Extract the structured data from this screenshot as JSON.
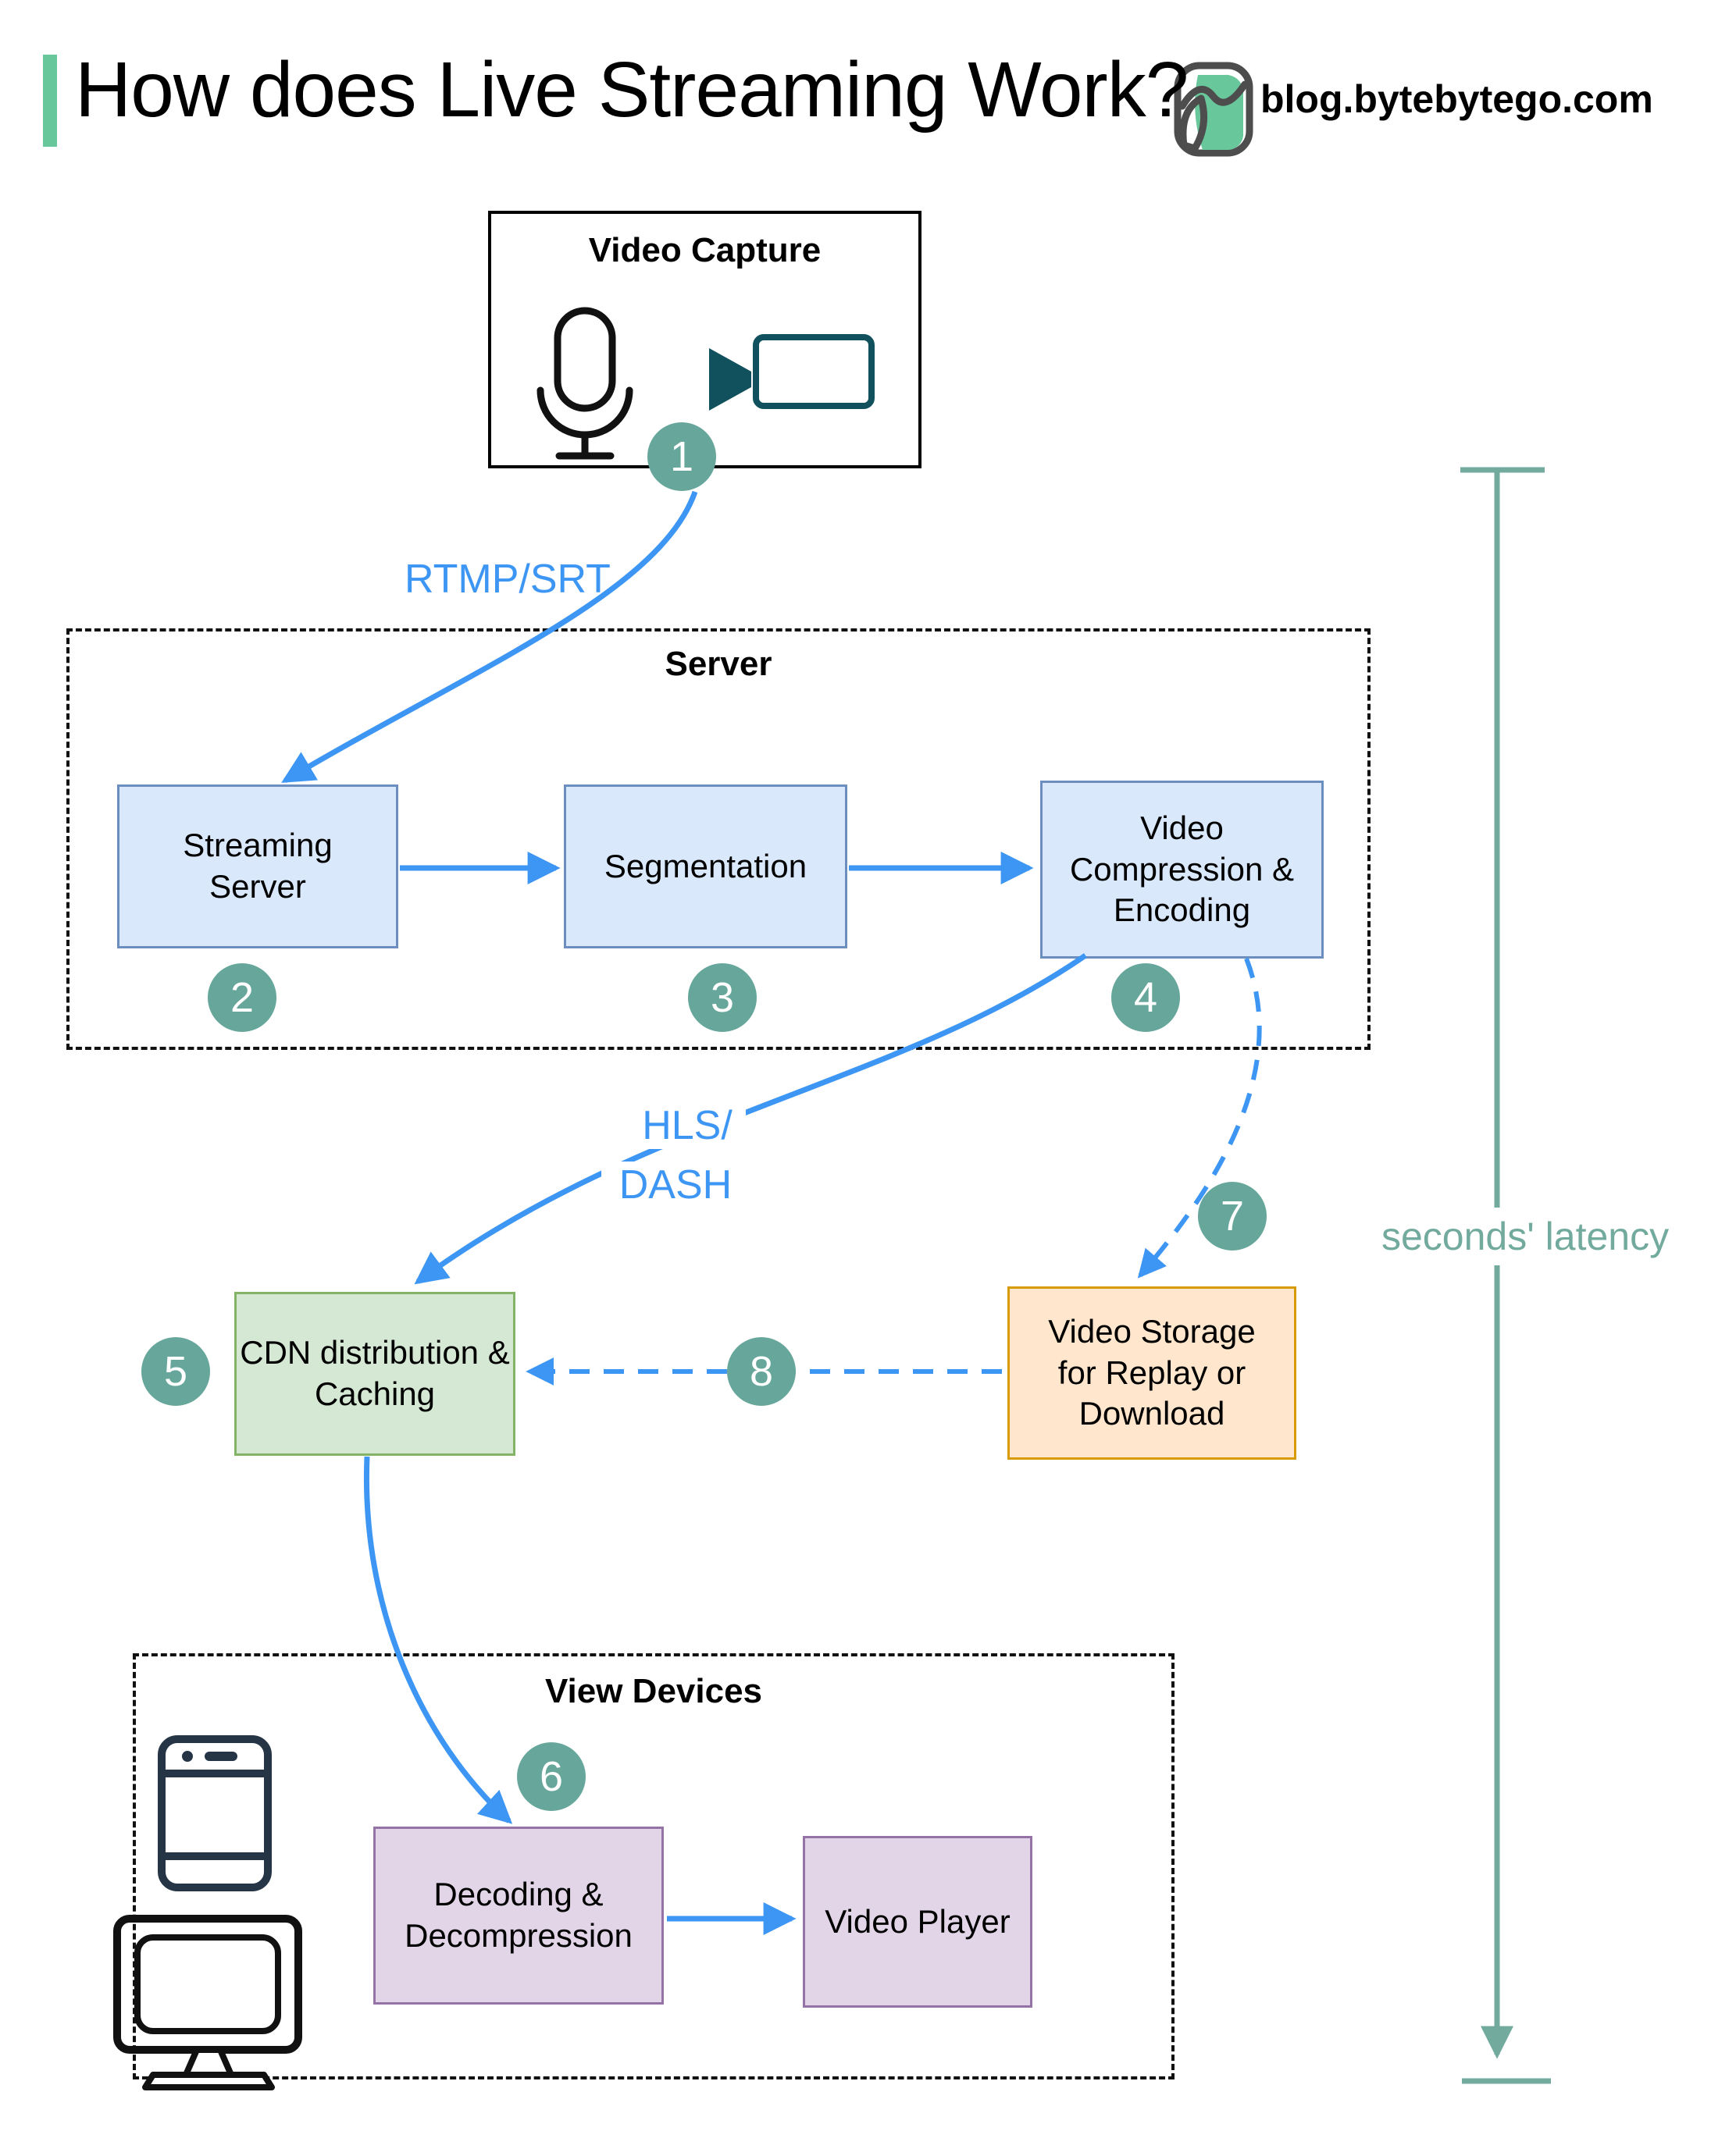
{
  "header": {
    "title": "How does Live Streaming Work?",
    "site": "blog.bytebytego.com",
    "logo_icon": "bytebytego-owl-icon"
  },
  "groups": {
    "server": {
      "title": "Server"
    },
    "view_devices": {
      "title": "View Devices"
    }
  },
  "nodes": {
    "video_capture": {
      "title": "Video Capture"
    },
    "streaming_server": {
      "label": "Streaming Server"
    },
    "segmentation": {
      "label": "Segmentation"
    },
    "compression": {
      "label": "Video Compression & Encoding"
    },
    "cdn": {
      "label": "CDN distribution & Caching"
    },
    "storage": {
      "label": "Video Storage for Replay or Download"
    },
    "decoding": {
      "label": "Decoding & Decompression"
    },
    "player": {
      "label": "Video Player"
    }
  },
  "edges": {
    "rtmp": "RTMP/SRT",
    "hls_line1": "HLS/",
    "hls_line2": "DASH",
    "latency": "seconds' latency"
  },
  "steps": [
    "1",
    "2",
    "3",
    "4",
    "5",
    "6",
    "7",
    "8"
  ],
  "icons": {
    "logo": "bytebytego-owl-icon",
    "microphone": "microphone-icon",
    "camera": "video-camera-icon",
    "phone": "smartphone-icon",
    "monitor": "desktop-monitor-icon"
  },
  "colors": {
    "blue": "#3d96f4",
    "step": "#67a79b",
    "teal_line": "#72aa9d",
    "accent": "#68c79b",
    "box_blue_fill": "#dae8fc",
    "box_blue_border": "#6c8ebf",
    "green_fill": "#d5e8d4",
    "green_border": "#82b366",
    "orange_fill": "#ffe6cc",
    "orange_border": "#d79b00",
    "purple_fill": "#e1d5e7",
    "purple_border": "#9673a6",
    "camera": "#11505d",
    "phone": "#253545"
  }
}
